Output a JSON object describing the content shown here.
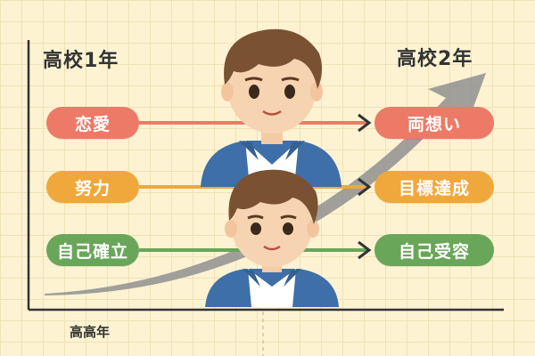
{
  "diagram": {
    "start_heading": "高校1年",
    "end_heading": "高校2年",
    "axis_label": "高高年",
    "colors": {
      "love": "#ec7a67",
      "effort": "#f0a83c",
      "self": "#6aa659",
      "arrow": "#8f8f8f",
      "axis": "#333333"
    },
    "rows": [
      {
        "from": "恋愛",
        "to": "両想い",
        "color_key": "love"
      },
      {
        "from": "努力",
        "to": "目標達成",
        "color_key": "effort"
      },
      {
        "from": "自己確立",
        "to": "自己受容",
        "color_key": "self"
      }
    ],
    "figures": [
      {
        "icon": "boy-portrait-icon"
      },
      {
        "icon": "boy-portrait-icon"
      }
    ]
  }
}
